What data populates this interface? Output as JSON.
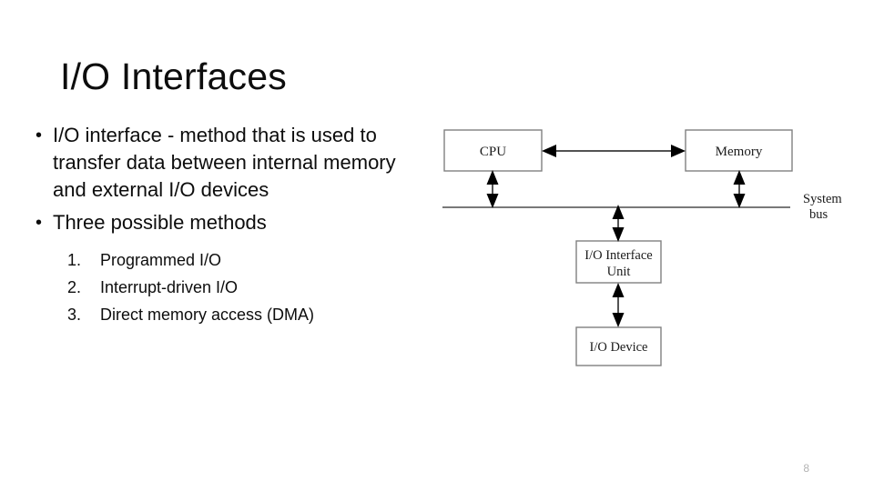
{
  "slide": {
    "title": "I/O Interfaces",
    "page_number": "8",
    "background_color": "#ffffff",
    "text_color": "#0d0d0d"
  },
  "content": {
    "bullets": [
      {
        "marker": "•",
        "text": "I/O interface -  method that is used to transfer data between internal memory and external I/O devices"
      },
      {
        "marker": "•",
        "text": "Three possible methods"
      }
    ],
    "numbered_list": [
      {
        "num": "1.",
        "text": "Programmed I/O"
      },
      {
        "num": "2.",
        "text": "Interrupt-driven I/O"
      },
      {
        "num": "3.",
        "text": "Direct memory access (DMA)"
      }
    ]
  },
  "diagram": {
    "type": "block-diagram",
    "nodes": [
      {
        "id": "cpu",
        "label": "CPU"
      },
      {
        "id": "memory",
        "label": "Memory"
      },
      {
        "id": "io_interface_unit",
        "label_line1": "I/O Interface",
        "label_line2": "Unit"
      },
      {
        "id": "io_device",
        "label": "I/O Device"
      }
    ],
    "bus_label_line1": "System",
    "bus_label_line2": "bus",
    "connections": [
      {
        "from": "cpu",
        "to": "memory",
        "style": "double-arrow",
        "orientation": "horizontal"
      },
      {
        "from": "cpu",
        "to": "system-bus",
        "style": "double-arrow",
        "orientation": "vertical"
      },
      {
        "from": "memory",
        "to": "system-bus",
        "style": "double-arrow",
        "orientation": "vertical"
      },
      {
        "from": "system-bus",
        "to": "io_interface_unit",
        "style": "double-arrow",
        "orientation": "vertical"
      },
      {
        "from": "io_interface_unit",
        "to": "io_device",
        "style": "double-arrow",
        "orientation": "vertical"
      }
    ],
    "box_stroke_color": "#808080",
    "arrow_color": "#000000"
  }
}
